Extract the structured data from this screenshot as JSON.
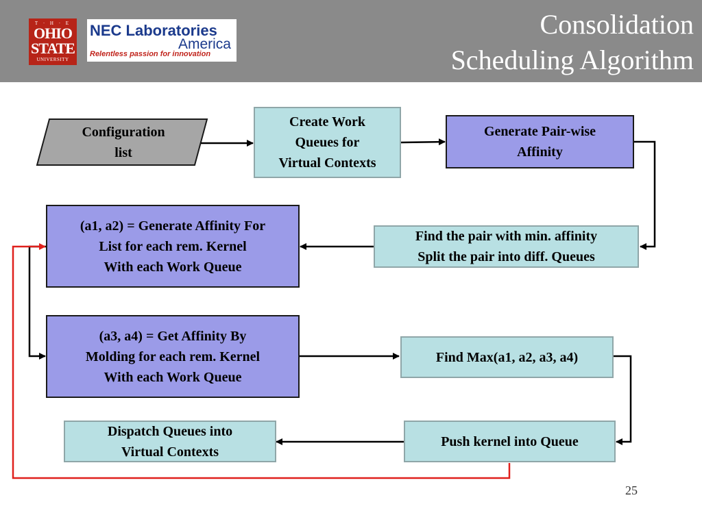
{
  "header": {
    "title_line1": "Consolidation",
    "title_line2": "Scheduling Algorithm",
    "osu_logo": {
      "the": "T · H · E",
      "ohio": "OHIO",
      "state": "STATE",
      "university": "UNIVERSITY"
    },
    "nec_logo": {
      "line1": "NEC Laboratories",
      "line2": "America",
      "tagline": "Relentless passion for innovation"
    }
  },
  "colors": {
    "header_bg": "#8a8a8a",
    "teal_box": "#b8e0e3",
    "purple_box": "#9b9be8",
    "config_box": "#a6a6a6",
    "loop_arrow": "#e0201c"
  },
  "nodes": {
    "config": {
      "line1": "Configuration",
      "line2": "list"
    },
    "create_queues": {
      "line1": "Create Work",
      "line2": "Queues for",
      "line3": "Virtual Contexts"
    },
    "pairwise": {
      "line1": "Generate Pair-wise",
      "line2": "Affinity"
    },
    "min_pair": {
      "line1": "Find the pair with min. affinity",
      "line2": "Split the pair into diff. Queues"
    },
    "affinity_list": {
      "line1": "(a1, a2) = Generate Affinity For",
      "line2": "List for each rem. Kernel",
      "line3": "With each Work Queue"
    },
    "molding": {
      "line1": "(a3, a4) = Get Affinity By",
      "line2": "Molding for each rem. Kernel",
      "line3": "With each Work Queue"
    },
    "find_max": {
      "line1": "Find Max(a1, a2, a3, a4)"
    },
    "push_kernel": {
      "line1": "Push kernel into Queue"
    },
    "dispatch": {
      "line1": "Dispatch Queues into",
      "line2": "Virtual Contexts"
    }
  },
  "page_number": "25"
}
